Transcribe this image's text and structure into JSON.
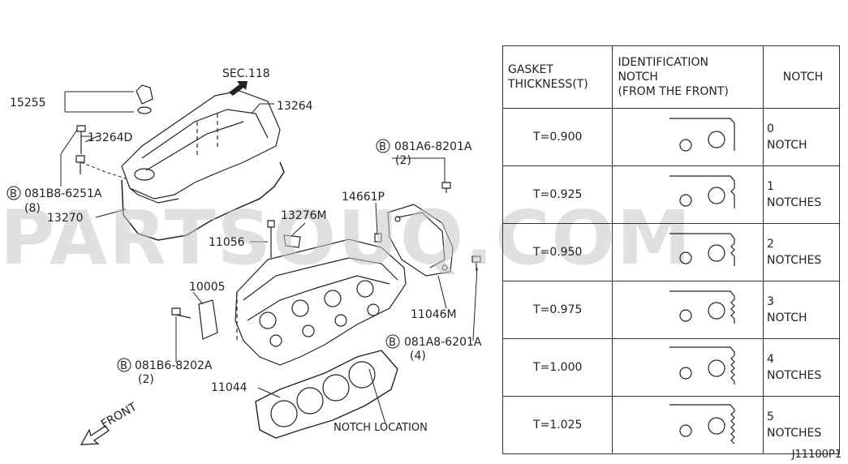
{
  "diagram": {
    "labels": {
      "sec": "SEC.118",
      "p15255": "15255",
      "p13264": "13264",
      "p13264d": "13264D",
      "b1_code": "081B8-6251A",
      "b1_qty": "(8)",
      "b2_code": "081A6-8201A",
      "b2_qty": "(2)",
      "p13270": "13270",
      "p14661p": "14661P",
      "p13276m": "13276M",
      "p11056": "11056",
      "p10005": "10005",
      "p11046m": "11046M",
      "b3_code": "081B6-8202A",
      "b3_qty": "(2)",
      "b4_code": "081A8-6201A",
      "b4_qty": "(4)",
      "p11044": "11044",
      "notch_loc": "NOTCH LOCATION",
      "front": "FRONT",
      "bolt_symbol": "B"
    },
    "watermark": "PARTSOUQ.COM"
  },
  "table": {
    "headers": {
      "thickness_l1": "GASKET",
      "thickness_l2": "THICKNESS(T)",
      "ident_l1": "IDENTIFICATION",
      "ident_l2": "NOTCH",
      "ident_l3": "(FROM THE FRONT)",
      "notch": "NOTCH"
    },
    "rows": [
      {
        "thickness": "T=0.900",
        "notch_l1": "0",
        "notch_l2": "NOTCH"
      },
      {
        "thickness": "T=0.925",
        "notch_l1": "1",
        "notch_l2": "NOTCHES"
      },
      {
        "thickness": "T=0.950",
        "notch_l1": "2",
        "notch_l2": "NOTCHES"
      },
      {
        "thickness": "T=0.975",
        "notch_l1": "3",
        "notch_l2": "NOTCH"
      },
      {
        "thickness": "T=1.000",
        "notch_l1": "4",
        "notch_l2": "NOTCHES"
      },
      {
        "thickness": "T=1.025",
        "notch_l1": "5",
        "notch_l2": "NOTCHES"
      }
    ]
  },
  "footer": "J11100P1"
}
